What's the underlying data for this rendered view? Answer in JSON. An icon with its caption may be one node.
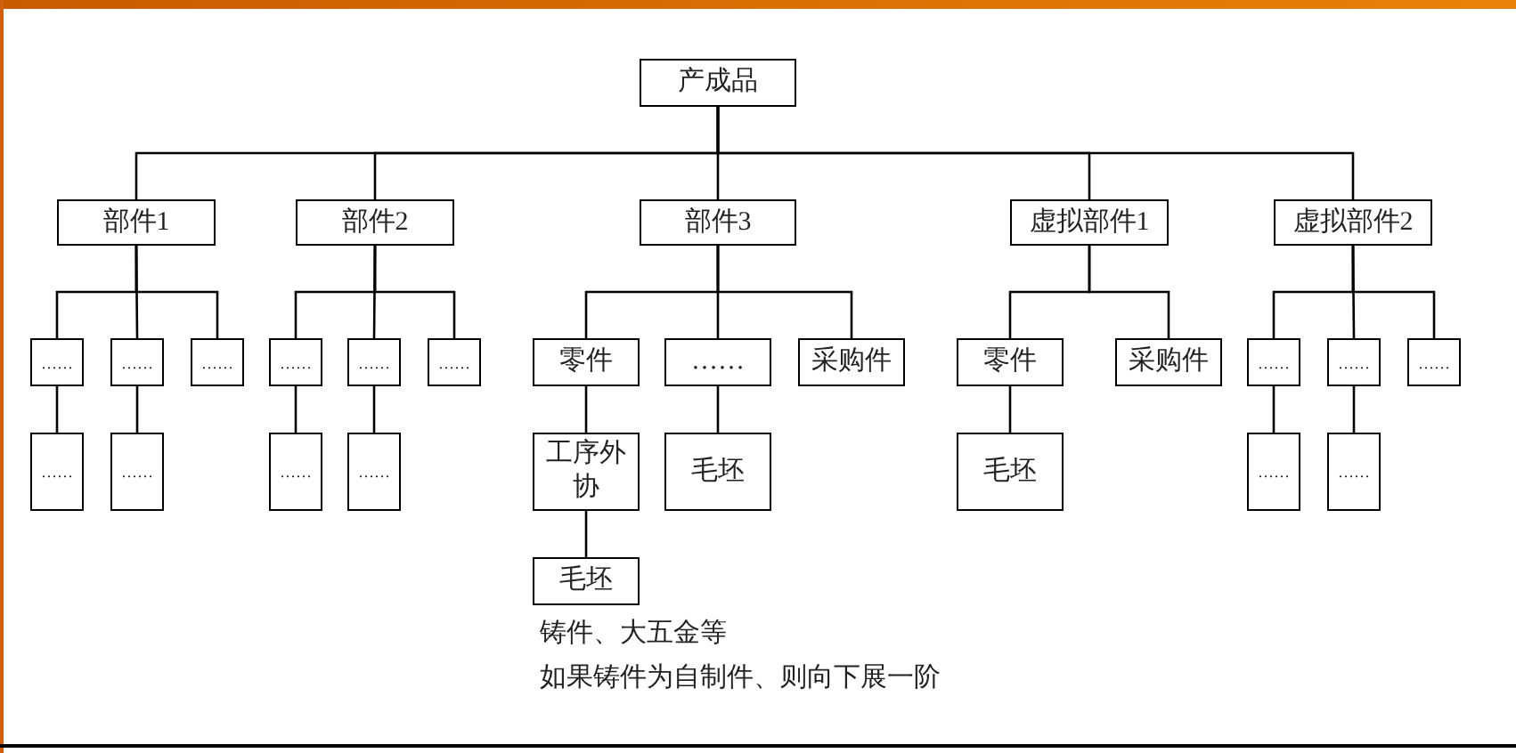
{
  "diagram": {
    "nodes": [
      {
        "text": [
          "产成品"
        ]
      },
      {
        "text": [
          "部件1"
        ]
      },
      {
        "text": [
          "部件2"
        ]
      },
      {
        "text": [
          "部件3"
        ]
      },
      {
        "text": [
          "虚拟部件1"
        ]
      },
      {
        "text": [
          "虚拟部件2"
        ]
      },
      {
        "text": [
          "……"
        ]
      },
      {
        "text": [
          "……"
        ]
      },
      {
        "text": [
          "……"
        ]
      },
      {
        "text": [
          "……"
        ]
      },
      {
        "text": [
          "……"
        ]
      },
      {
        "text": [
          "……"
        ]
      },
      {
        "text": [
          "零件"
        ]
      },
      {
        "text": [
          "……"
        ]
      },
      {
        "text": [
          "采购件"
        ]
      },
      {
        "text": [
          "零件"
        ]
      },
      {
        "text": [
          "采购件"
        ]
      },
      {
        "text": [
          "……"
        ]
      },
      {
        "text": [
          "……"
        ]
      },
      {
        "text": [
          "……"
        ]
      },
      {
        "text": [
          "……"
        ]
      },
      {
        "text": [
          "……"
        ]
      },
      {
        "text": [
          "……"
        ]
      },
      {
        "text": [
          "……"
        ]
      },
      {
        "text": [
          "工序外协"
        ]
      },
      {
        "text": [
          "毛坯"
        ]
      },
      {
        "text": [
          "毛坯"
        ]
      },
      {
        "text": [
          "……"
        ]
      },
      {
        "text": [
          "……"
        ]
      },
      {
        "text": [
          "毛坯"
        ]
      }
    ],
    "edges": [
      {
        "from": 0,
        "to": 1,
        "arrow": "none"
      },
      {
        "from": 0,
        "to": 2,
        "arrow": "none"
      },
      {
        "from": 0,
        "to": 3,
        "arrow": "none"
      },
      {
        "from": 0,
        "to": 4,
        "arrow": "none"
      },
      {
        "from": 0,
        "to": 5,
        "arrow": "none"
      },
      {
        "from": 1,
        "to": 6,
        "arrow": "none"
      },
      {
        "from": 1,
        "to": 7,
        "arrow": "none"
      },
      {
        "from": 1,
        "to": 8,
        "arrow": "none"
      },
      {
        "from": 2,
        "to": 9,
        "arrow": "none"
      },
      {
        "from": 2,
        "to": 10,
        "arrow": "none"
      },
      {
        "from": 2,
        "to": 11,
        "arrow": "none"
      },
      {
        "from": 3,
        "to": 12,
        "arrow": "none"
      },
      {
        "from": 3,
        "to": 13,
        "arrow": "none"
      },
      {
        "from": 3,
        "to": 14,
        "arrow": "none"
      },
      {
        "from": 4,
        "to": 15,
        "arrow": "none"
      },
      {
        "from": 4,
        "to": 16,
        "arrow": "none"
      },
      {
        "from": 5,
        "to": 17,
        "arrow": "none"
      },
      {
        "from": 5,
        "to": 18,
        "arrow": "none"
      },
      {
        "from": 5,
        "to": 19,
        "arrow": "none"
      },
      {
        "from": 6,
        "to": 20,
        "arrow": "none"
      },
      {
        "from": 7,
        "to": 21,
        "arrow": "none"
      },
      {
        "from": 9,
        "to": 22,
        "arrow": "none"
      },
      {
        "from": 10,
        "to": 23,
        "arrow": "none"
      },
      {
        "from": 12,
        "to": 24,
        "arrow": "none"
      },
      {
        "from": 13,
        "to": 25,
        "arrow": "none"
      },
      {
        "from": 15,
        "to": 26,
        "arrow": "none"
      },
      {
        "from": 17,
        "to": 27,
        "arrow": "none"
      },
      {
        "from": 18,
        "to": 28,
        "arrow": "none"
      },
      {
        "from": 24,
        "to": 29,
        "arrow": "none"
      }
    ],
    "labels": [
      "铸件、大五金等",
      "如果铸件为自制件、则向下展一阶"
    ]
  }
}
